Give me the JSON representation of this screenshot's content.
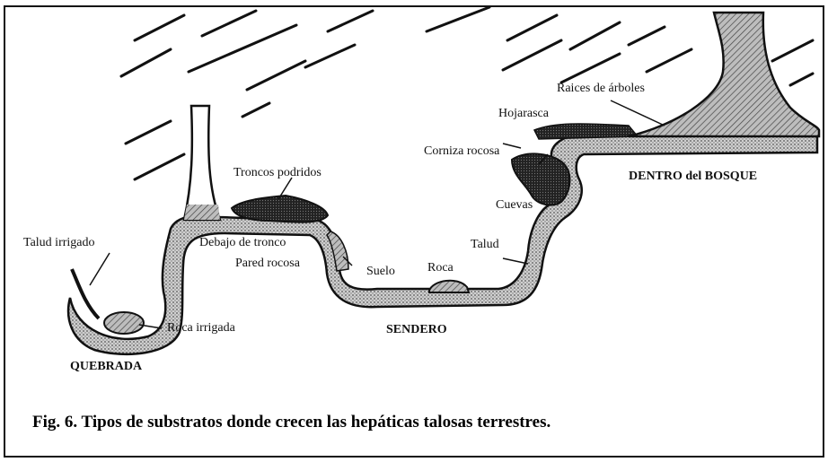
{
  "labels": {
    "talud_irrigado": "Talud irrigado",
    "troncos_podridos": "Troncos podridos",
    "debajo_de_tronco": "Debajo de tronco",
    "pared_rocosa": "Pared rocosa",
    "suelo": "Suelo",
    "roca": "Roca",
    "talud": "Talud",
    "cuevas": "Cuevas",
    "corniza_rocosa": "Corniza rocosa",
    "hojarasca": "Hojarasca",
    "raices_de_arboles": "Raices de árboles",
    "roca_irrigada": "Roca irrigada"
  },
  "zones": {
    "quebrada": "QUEBRADA",
    "sendero": "SENDERO",
    "dentro_del_bosque": "DENTRO del BOSQUE"
  },
  "caption": "Fig. 6. Tipos de substratos donde crecen las hepáticas talosas terrestres."
}
